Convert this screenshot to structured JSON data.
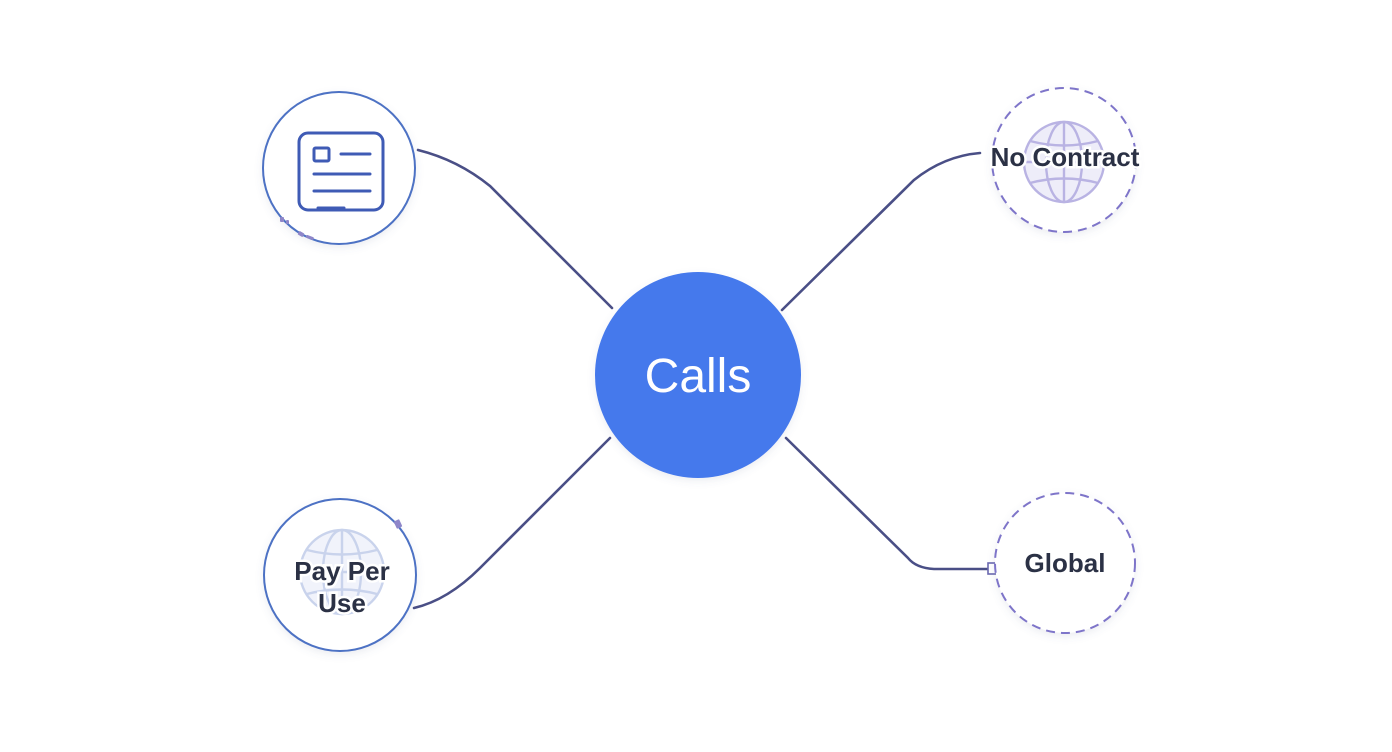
{
  "center": {
    "label": "Calls"
  },
  "nodes": {
    "top_left": {
      "icon": "document-card-icon"
    },
    "top_right": {
      "label": "No Contract",
      "icon": "globe-icon"
    },
    "bottom_left": {
      "label_line1": "Pay Per",
      "label_line2": "Use",
      "icon": "globe-icon"
    },
    "bottom_right": {
      "label": "Global"
    }
  },
  "colors": {
    "center_fill": "#4579ec",
    "connector": "#4a4f86",
    "solid_ring": "#4d72c4",
    "dashed_ring": "#7e74c9",
    "icon_stroke": "#3f5bb5",
    "globe_tint": "#b9b3e3",
    "label_text": "#2b3145"
  }
}
